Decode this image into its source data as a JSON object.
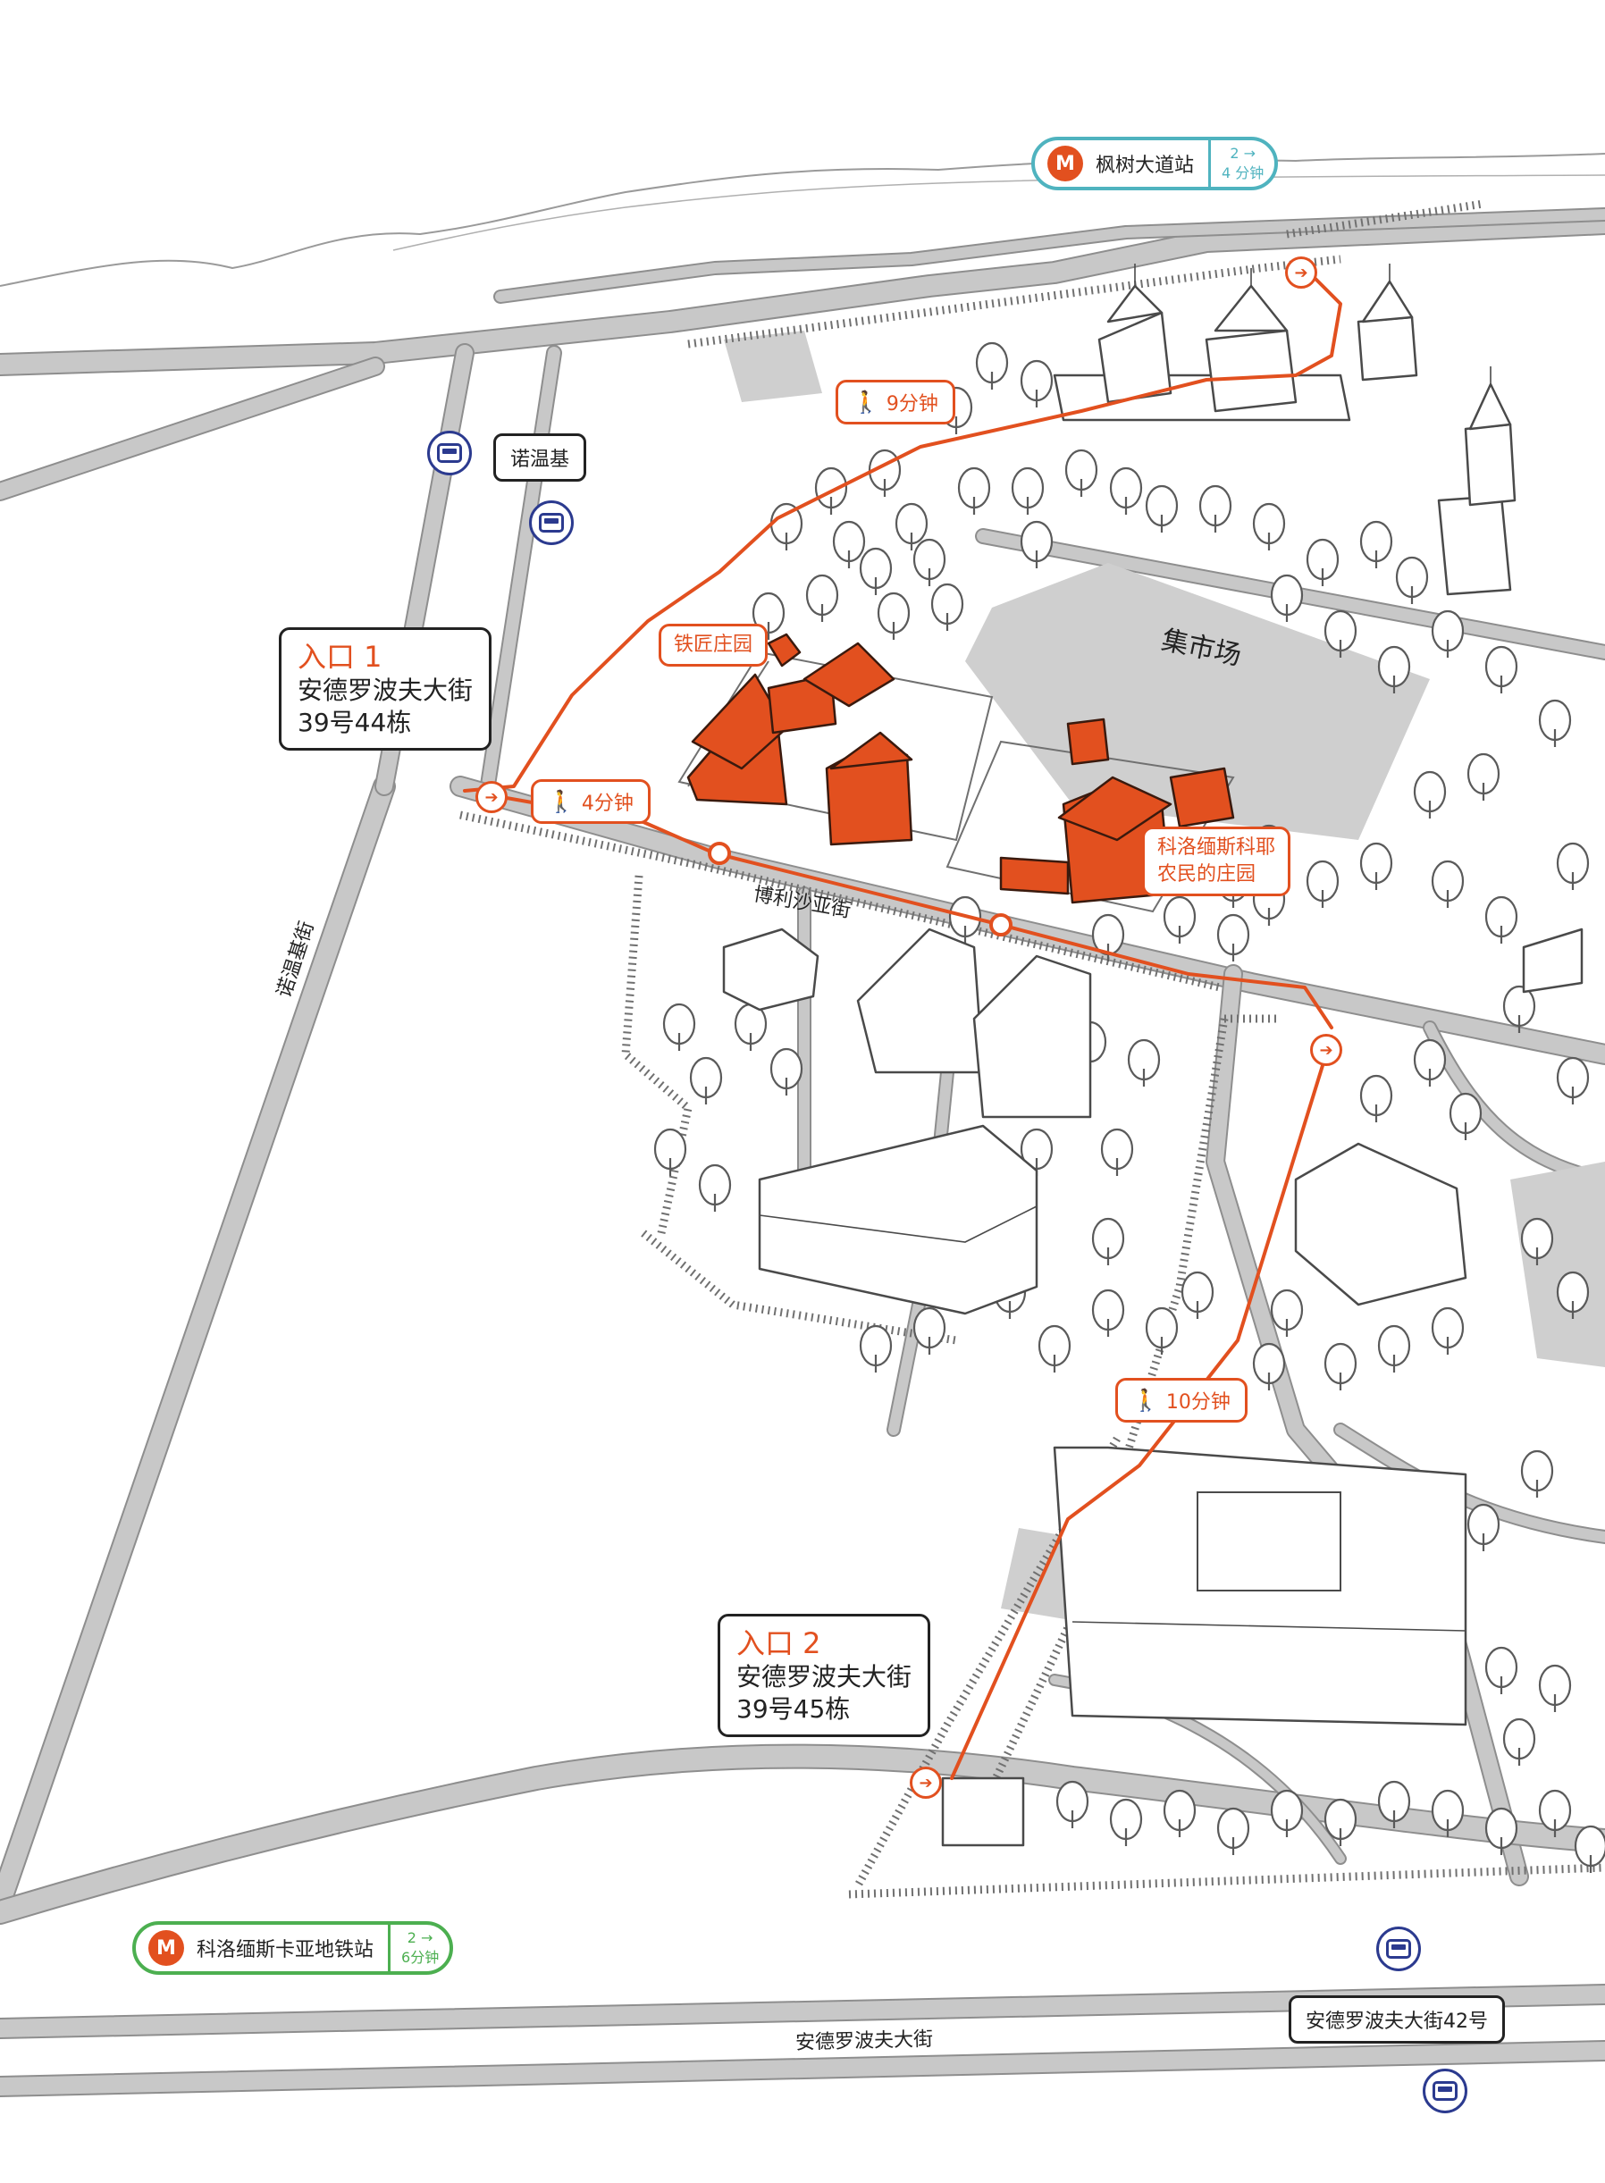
{
  "colors": {
    "accent": "#e2501f",
    "metro_teal": "#4fb3bf",
    "metro_green": "#4caf50",
    "bus_navy": "#2b3a8f",
    "road": "#c8c8c8"
  },
  "metro_stations": [
    {
      "name": "枫树大道站",
      "icon": "metro-m-icon",
      "time_line1": "2 →",
      "time_line2": "4 分钟"
    },
    {
      "name": "科洛缅斯卡亚地铁站",
      "icon": "metro-m-icon",
      "time_line1": "2 →",
      "time_line2": "6分钟"
    }
  ],
  "bus_stops": [
    {
      "name": "诺温基",
      "icon": "bus-icon"
    },
    {
      "name": "安德罗波夫大街42号",
      "icon": "bus-icon"
    }
  ],
  "entrances": [
    {
      "title": "入口 1",
      "line1": "安德罗波夫大街",
      "line2": "39号44栋"
    },
    {
      "title": "入口 2",
      "line1": "安德罗波夫大街",
      "line2": "39号45栋"
    }
  ],
  "walk_times": [
    {
      "label": "9分钟",
      "icon": "walking-person-icon"
    },
    {
      "label": "4分钟",
      "icon": "walking-person-icon"
    },
    {
      "label": "10分钟",
      "icon": "walking-person-icon"
    }
  ],
  "places": {
    "blacksmith_estate": "铁匠庄园",
    "peasant_estate_line1": "科洛缅斯科耶",
    "peasant_estate_line2": "农民的庄园",
    "market_square": "集市场"
  },
  "streets": {
    "borisova": "博利沙亚街",
    "novinki": "诺温基街",
    "andropova": "安德罗波夫大街"
  }
}
